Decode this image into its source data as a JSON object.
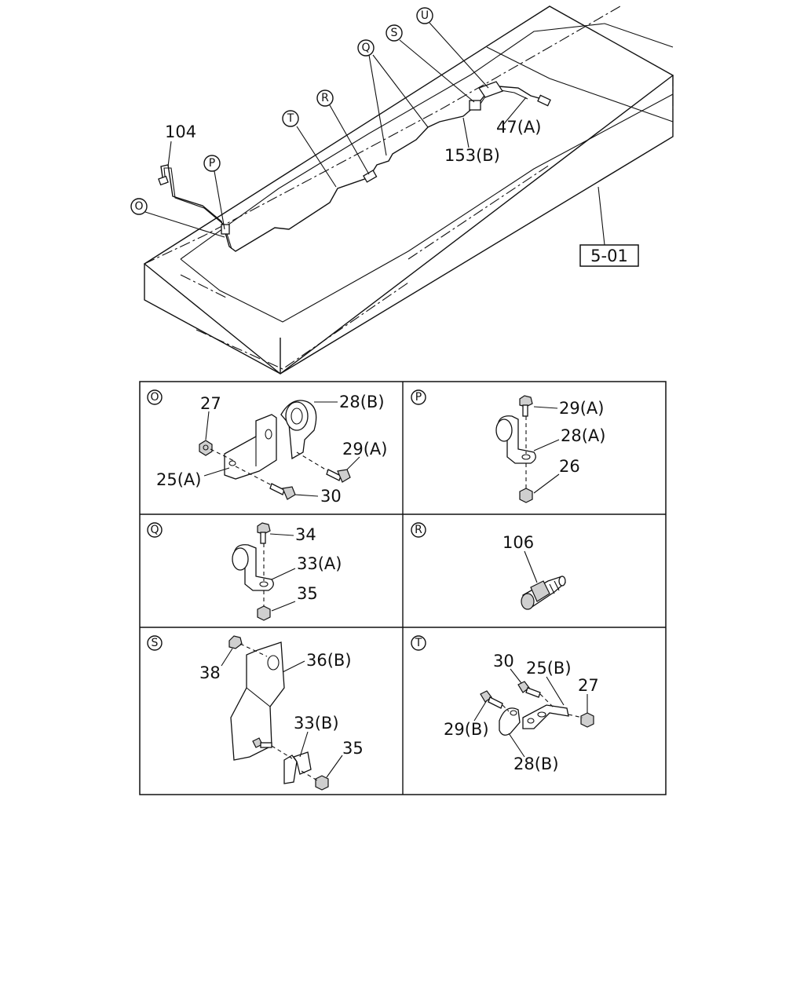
{
  "main_view": {
    "callout_letters": [
      "O",
      "P",
      "T",
      "R",
      "Q",
      "S",
      "U"
    ],
    "part_labels": {
      "p104": "104",
      "p47a": "47(A)",
      "p153b": "153(B)"
    },
    "reference_box": "5-01"
  },
  "details": {
    "O": {
      "letter": "O",
      "labels": {
        "a": "27",
        "b": "28(B)",
        "c": "29(A)",
        "d": "25(A)",
        "e": "30"
      }
    },
    "P": {
      "letter": "P",
      "labels": {
        "a": "29(A)",
        "b": "28(A)",
        "c": "26"
      }
    },
    "Q": {
      "letter": "Q",
      "labels": {
        "a": "34",
        "b": "33(A)",
        "c": "35"
      }
    },
    "R": {
      "letter": "R",
      "labels": {
        "a": "106"
      }
    },
    "S": {
      "letter": "S",
      "labels": {
        "a": "38",
        "b": "36(B)",
        "c": "33(B)",
        "d": "35"
      }
    },
    "T": {
      "letter": "T",
      "labels": {
        "a": "30",
        "b": "25(B)",
        "c": "27",
        "d": "29(B)",
        "e": "28(B)"
      }
    }
  }
}
